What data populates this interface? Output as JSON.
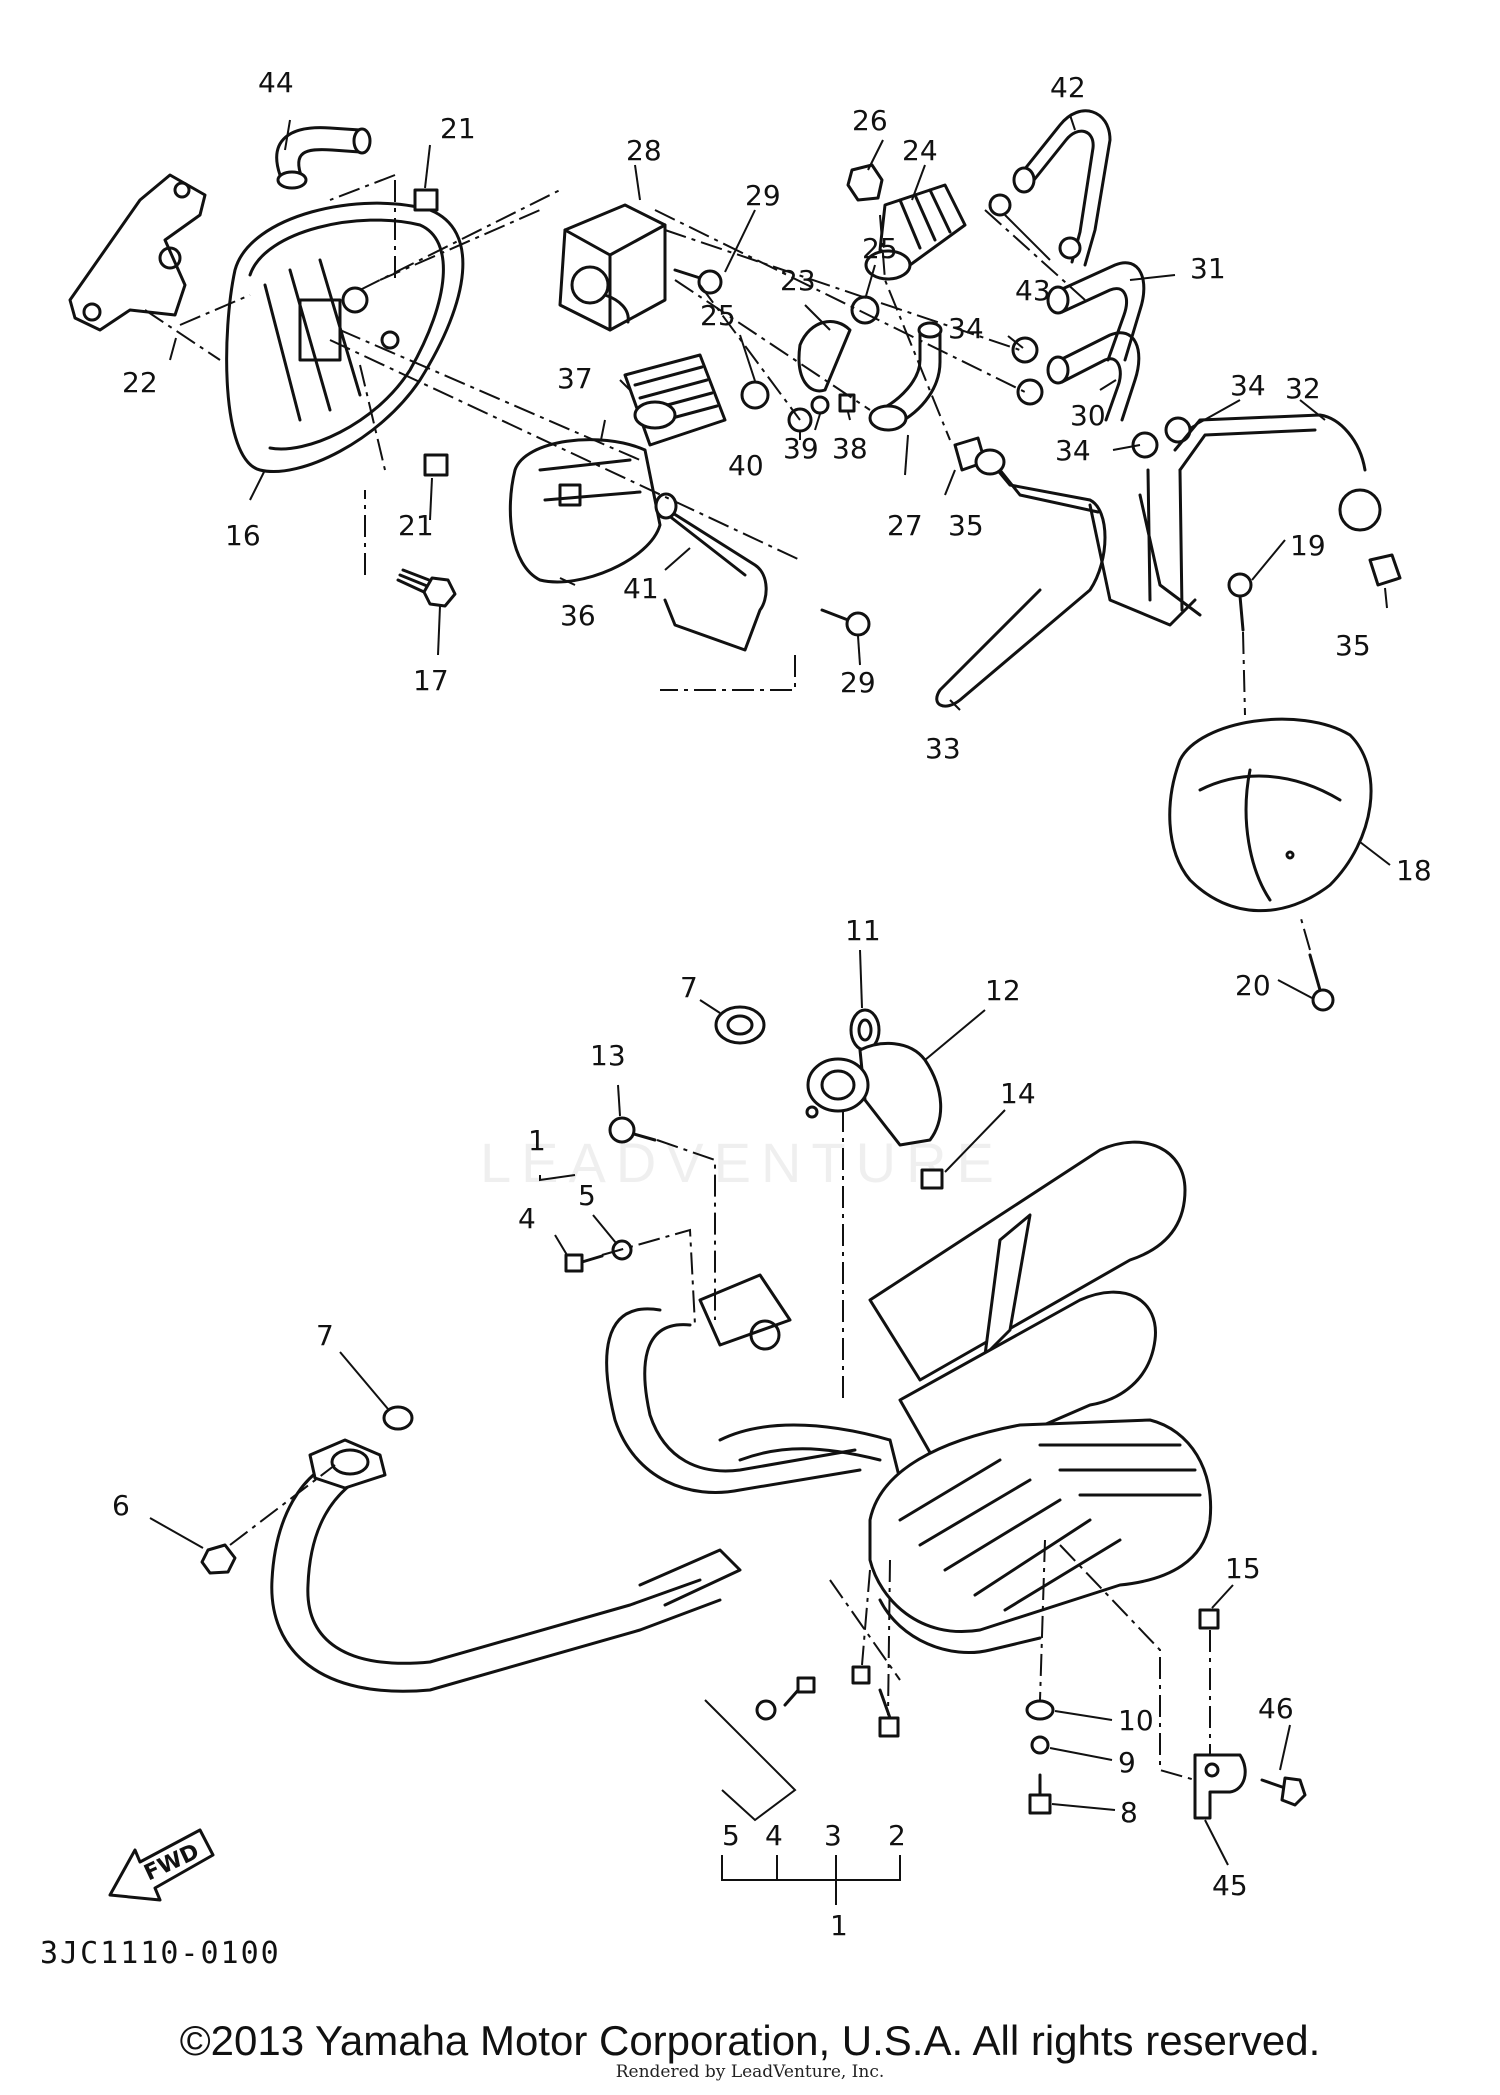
{
  "diagram": {
    "code": "3JC1110-0100",
    "fwd_label": "FWD",
    "watermark": "LEADVENTURE",
    "callouts": [
      "44",
      "21",
      "28",
      "29",
      "26",
      "24",
      "42",
      "25",
      "43",
      "31",
      "23",
      "34",
      "22",
      "37",
      "25",
      "30",
      "32",
      "34",
      "40",
      "39",
      "38",
      "34",
      "16",
      "21",
      "27",
      "35",
      "36",
      "41",
      "19",
      "17",
      "29",
      "33",
      "35",
      "18",
      "20",
      "7",
      "11",
      "12",
      "13",
      "14",
      "1",
      "4",
      "5",
      "7",
      "6",
      "15",
      "46",
      "10",
      "9",
      "5",
      "4",
      "3",
      "2",
      "8",
      "45",
      "1"
    ]
  },
  "footer": {
    "copyright": "©2013 Yamaha Motor Corporation, U.S.A. All rights reserved.",
    "rendered_by": "Rendered by LeadVenture, Inc."
  }
}
